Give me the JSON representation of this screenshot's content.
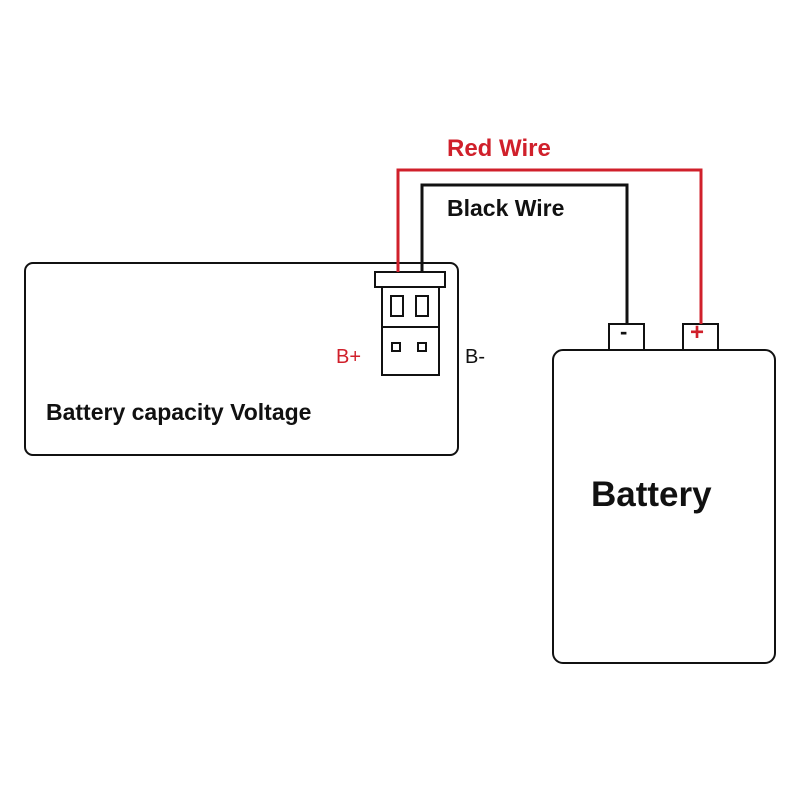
{
  "wires": {
    "red_label": "Red Wire",
    "black_label": "Black Wire",
    "red_color": "#d0202b",
    "black_color": "#111111"
  },
  "module": {
    "title": "Battery capacity Voltage",
    "positive_label": "B+",
    "negative_label": "B-"
  },
  "battery": {
    "title": "Battery",
    "negative_terminal": "-",
    "positive_terminal": "+"
  }
}
